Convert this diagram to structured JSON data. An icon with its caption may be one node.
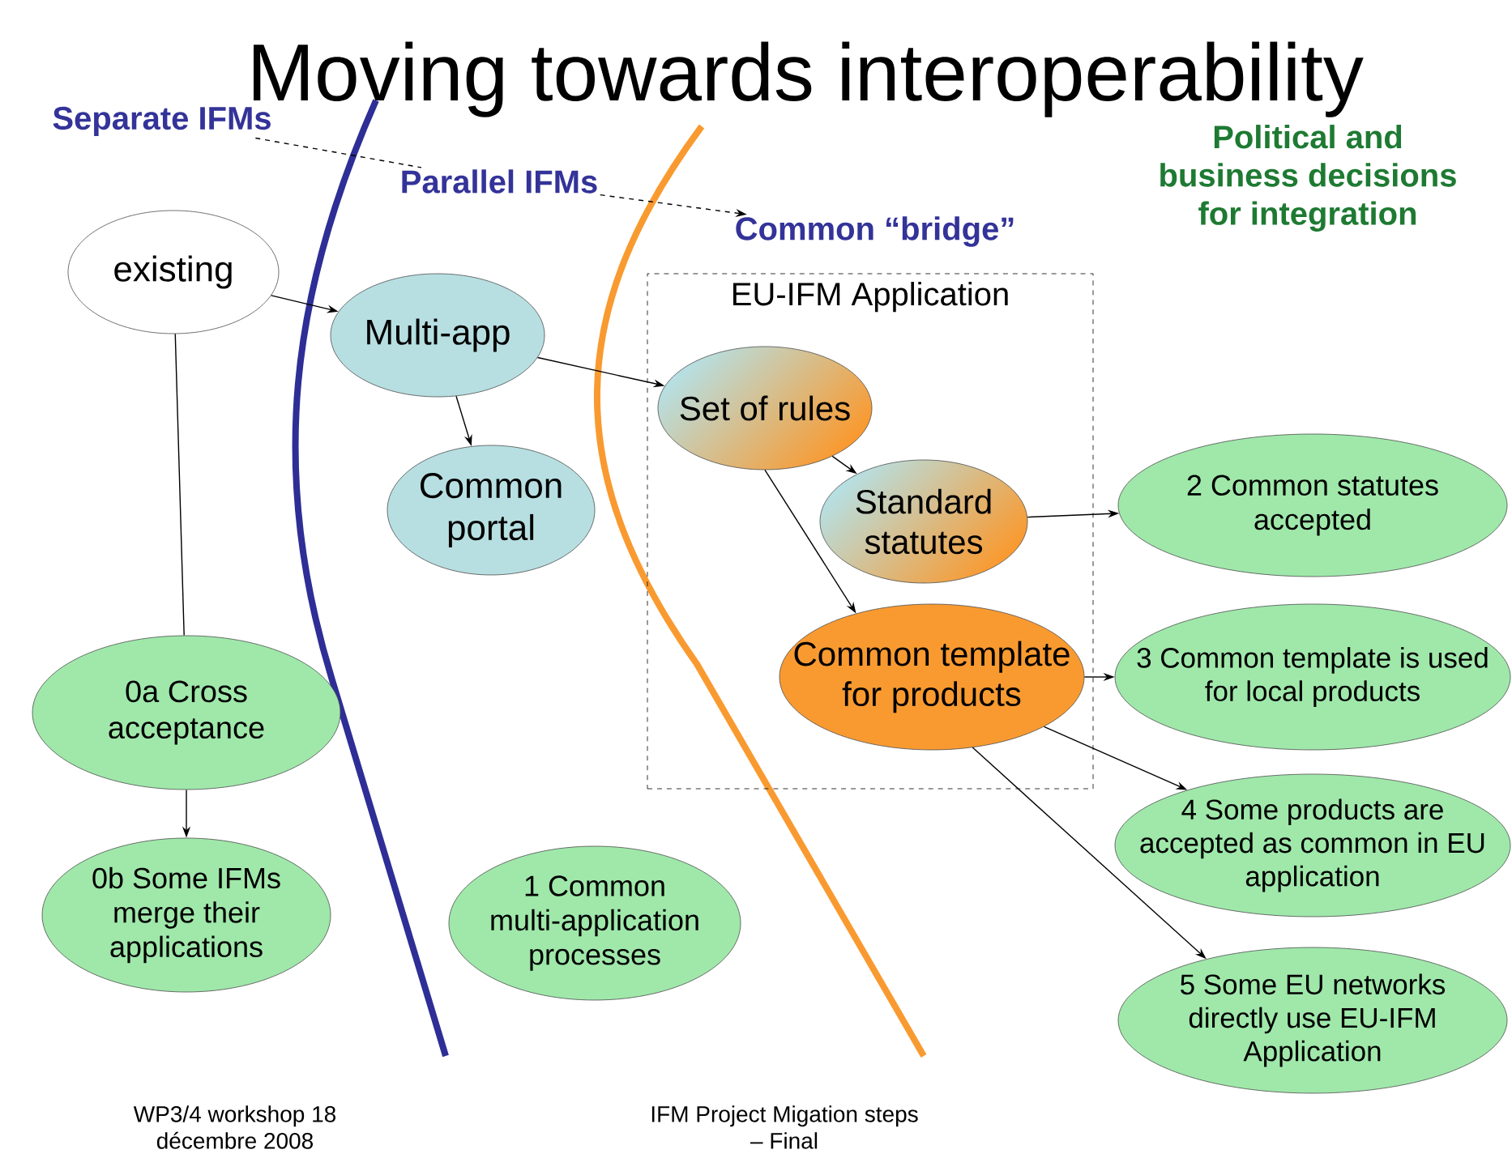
{
  "diagram": {
    "title": "Moving towards interoperability",
    "nodes": [
      {
        "text": [
          "Separate IFMs"
        ]
      },
      {
        "text": [
          "Parallel IFMs"
        ]
      },
      {
        "text": [
          "Common “bridge”"
        ]
      },
      {
        "text": [
          "existing"
        ]
      },
      {
        "text": [
          "Multi-app"
        ]
      },
      {
        "text": [
          "Common portal"
        ]
      },
      {
        "text": [
          "EU-IFM Application"
        ]
      },
      {
        "text": [
          "Set of rules"
        ],
        "in": 6
      },
      {
        "text": [
          "Standard statutes"
        ],
        "in": 6
      },
      {
        "text": [
          "Common template for products"
        ],
        "in": 6
      },
      {
        "text": [
          "0a Cross acceptance"
        ]
      },
      {
        "text": [
          "0b Some IFMs merge their applications"
        ]
      },
      {
        "text": [
          "1 Common multi-application processes"
        ]
      },
      {
        "text": [
          "2 Common statutes accepted"
        ]
      },
      {
        "text": [
          "3 Common template is used for local products"
        ]
      },
      {
        "text": [
          "4 Some products are accepted as common in EU application"
        ]
      },
      {
        "text": [
          "5 Some EU networks directly use EU-IFM Application"
        ]
      }
    ],
    "edges": [
      {
        "from": 0,
        "to": 1,
        "arrow": "none",
        "style": "dashed"
      },
      {
        "from": 1,
        "to": 2,
        "arrow": "to",
        "style": "dashed"
      },
      {
        "from": 3,
        "to": 4,
        "arrow": "to"
      },
      {
        "from": 4,
        "to": 5,
        "arrow": "to"
      },
      {
        "from": 4,
        "to": 7,
        "arrow": "to"
      },
      {
        "from": 7,
        "to": 8,
        "arrow": "to"
      },
      {
        "from": 7,
        "to": 9,
        "arrow": "to"
      },
      {
        "from": 8,
        "to": 13,
        "arrow": "to"
      },
      {
        "from": 9,
        "to": 14,
        "arrow": "to"
      },
      {
        "from": 9,
        "to": 15,
        "arrow": "to"
      },
      {
        "from": 9,
        "to": 16,
        "arrow": "to"
      },
      {
        "from": 3,
        "to": 10,
        "arrow": "none"
      },
      {
        "from": 10,
        "to": 11,
        "arrow": "to"
      }
    ],
    "labels": [
      "Political and business decisions for integration",
      "WP3/4 workshop 18 décembre 2008",
      "IFM Project Migation steps – Final"
    ]
  }
}
